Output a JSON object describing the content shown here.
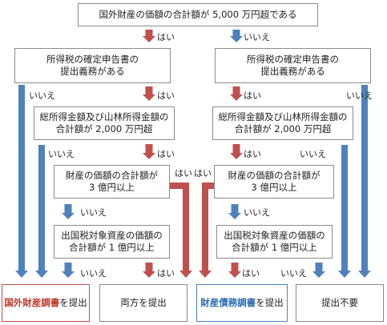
{
  "colors": {
    "red": "#c0504d",
    "blue": "#4f81bd",
    "result_red_border": "#c0504d",
    "result_blue_border": "#4f81bd",
    "red_text": "#c0392b",
    "blue_text": "#2e6db4"
  },
  "nodes": {
    "top": "国外財産の価額の合計額が 5,000 万円超である",
    "left_q1": "所得税の確定申告書の\n提出義務がある",
    "right_q1": "所得税の確定申告書の\n提出義務がある",
    "left_q2": "総所得金額及び山林所得金額の\n合計額が 2,000 万円超",
    "right_q2": "総所得金額及び山林所得金額の\n合計額が 2,000 万円超",
    "left_q3": "財産の価額の合計額が\n3 億円以上",
    "right_q3": "財産の価額の合計額が\n3 億円以上",
    "left_q4": "出国税対象資産の価額の\n合計額が 1 億円以上",
    "right_q4": "出国税対象資産の価額の\n合計額が 1 億円以上"
  },
  "results": {
    "r1_strong": "国外財産調書",
    "r1_suffix": "を提出",
    "r2": "両方を提出",
    "r3_strong": "財産債務調書",
    "r3_suffix": "を提出",
    "r4": "提出不要"
  },
  "labels": {
    "yes": "はい",
    "no": "いいえ"
  }
}
